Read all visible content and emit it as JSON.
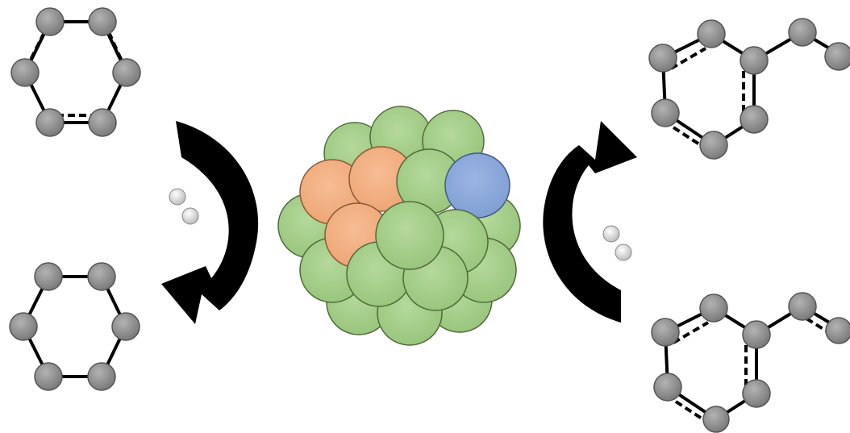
{
  "diagram": {
    "description_free": true,
    "colors": {
      "carbon_atom": "#8c8c8c",
      "bond": "#000000",
      "hydrogen": "#e6e6e6",
      "cluster_green": "#a8d08d",
      "cluster_orange": "#f4b183",
      "cluster_blue": "#8faadc",
      "arrow": "#000000"
    },
    "molecules": [
      {
        "id": "benzene",
        "atoms": 6
      },
      {
        "id": "cyclohexane",
        "atoms": 6
      },
      {
        "id": "styrene",
        "atoms": 8
      },
      {
        "id": "ethylbenzene-like",
        "atoms": 8
      }
    ],
    "icons": [
      "curved-arrow-icon",
      "hydrogen-molecule-icon",
      "nanocluster-icon"
    ]
  }
}
